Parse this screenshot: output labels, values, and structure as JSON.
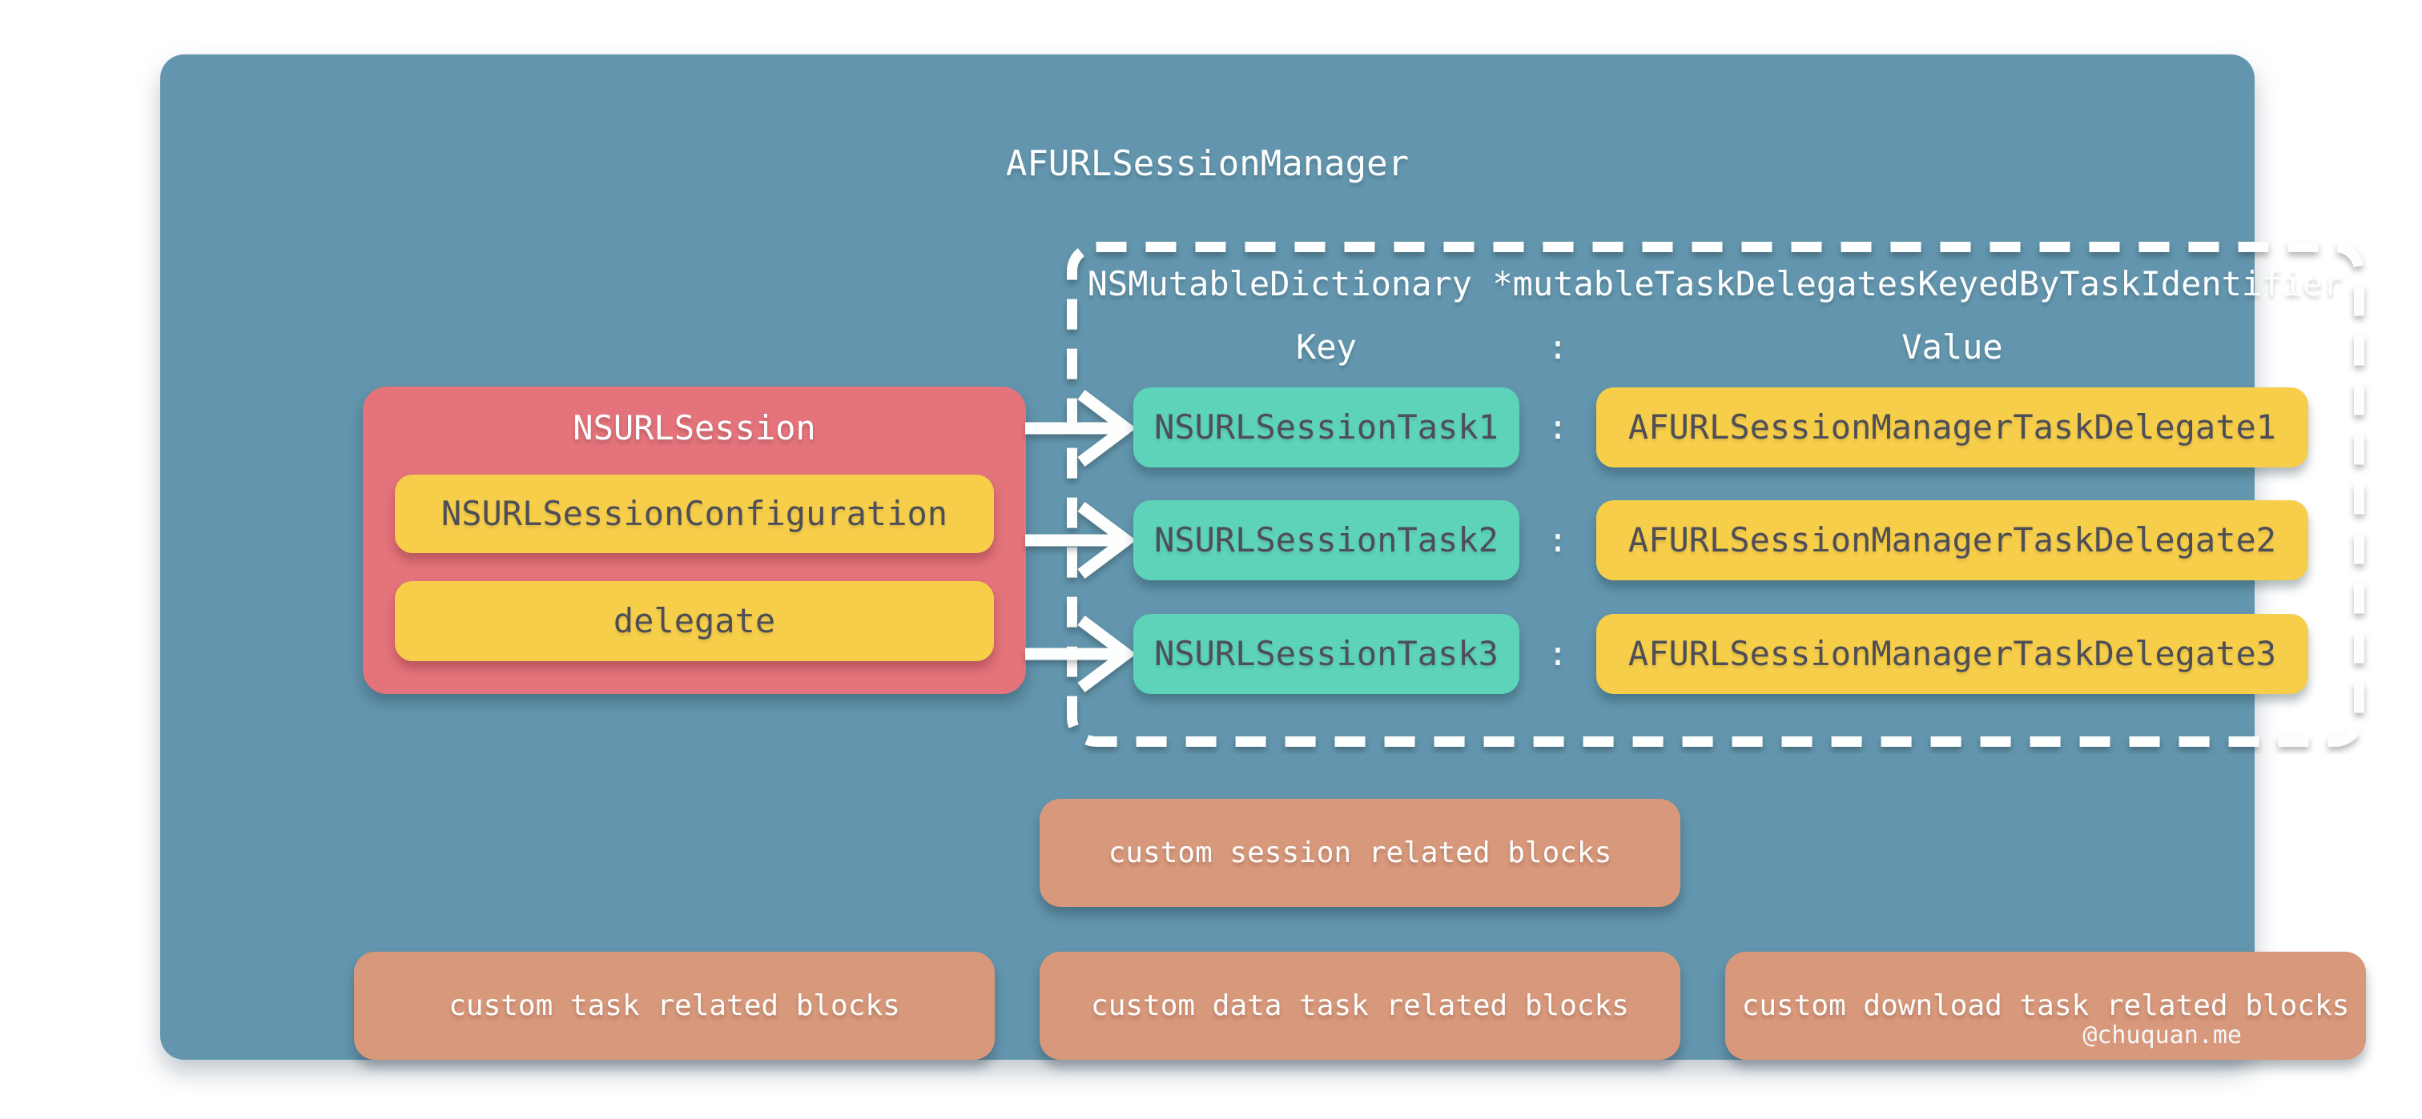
{
  "manager": {
    "title": "AFURLSessionManager",
    "watermark": "@chuquan.me"
  },
  "session": {
    "title": "NSURLSession",
    "config_label": "NSURLSessionConfiguration",
    "delegate_label": "delegate"
  },
  "dictionary": {
    "title": "NSMutableDictionary *mutableTaskDelegatesKeyedByTaskIdentifier",
    "key_header": "Key",
    "separator": ":",
    "value_header": "Value",
    "entries": [
      {
        "key": "NSURLSessionTask1",
        "value": "AFURLSessionManagerTaskDelegate1"
      },
      {
        "key": "NSURLSessionTask2",
        "value": "AFURLSessionManagerTaskDelegate2"
      },
      {
        "key": "NSURLSessionTask3",
        "value": "AFURLSessionManagerTaskDelegate3"
      }
    ]
  },
  "blocks": {
    "session_blocks": "custom session related blocks",
    "task_blocks": "custom task related blocks",
    "data_task_blocks": "custom data task related blocks",
    "download_task_blocks": "custom download task related blocks"
  },
  "colors": {
    "container_blue": "#6396AE",
    "session_red": "#E4737B",
    "accent_yellow": "#F6CE4A",
    "accent_teal": "#5DD3B9",
    "block_salmon": "#D8987B",
    "text_dark": "#4E4E57",
    "text_light": "#FFFFFF"
  }
}
